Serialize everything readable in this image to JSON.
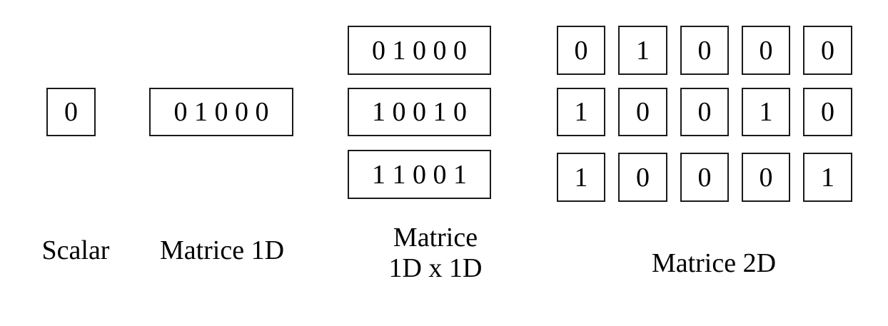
{
  "scalar": {
    "value": "0",
    "label": "Scalar"
  },
  "matrix_1d": {
    "value": "0 1 0 0 0",
    "label": "Matrice 1D"
  },
  "matrix_1d_x_1d": {
    "rows": [
      "0 1 0 0 0",
      "1 0 0 1 0",
      "1 1 0 0 1"
    ],
    "label_line1": "Matrice",
    "label_line2": "1D x 1D"
  },
  "matrix_2d": {
    "cells": [
      [
        "0",
        "1",
        "0",
        "0",
        "0"
      ],
      [
        "1",
        "0",
        "0",
        "1",
        "0"
      ],
      [
        "1",
        "0",
        "0",
        "0",
        "1"
      ]
    ],
    "label": "Matrice 2D"
  }
}
